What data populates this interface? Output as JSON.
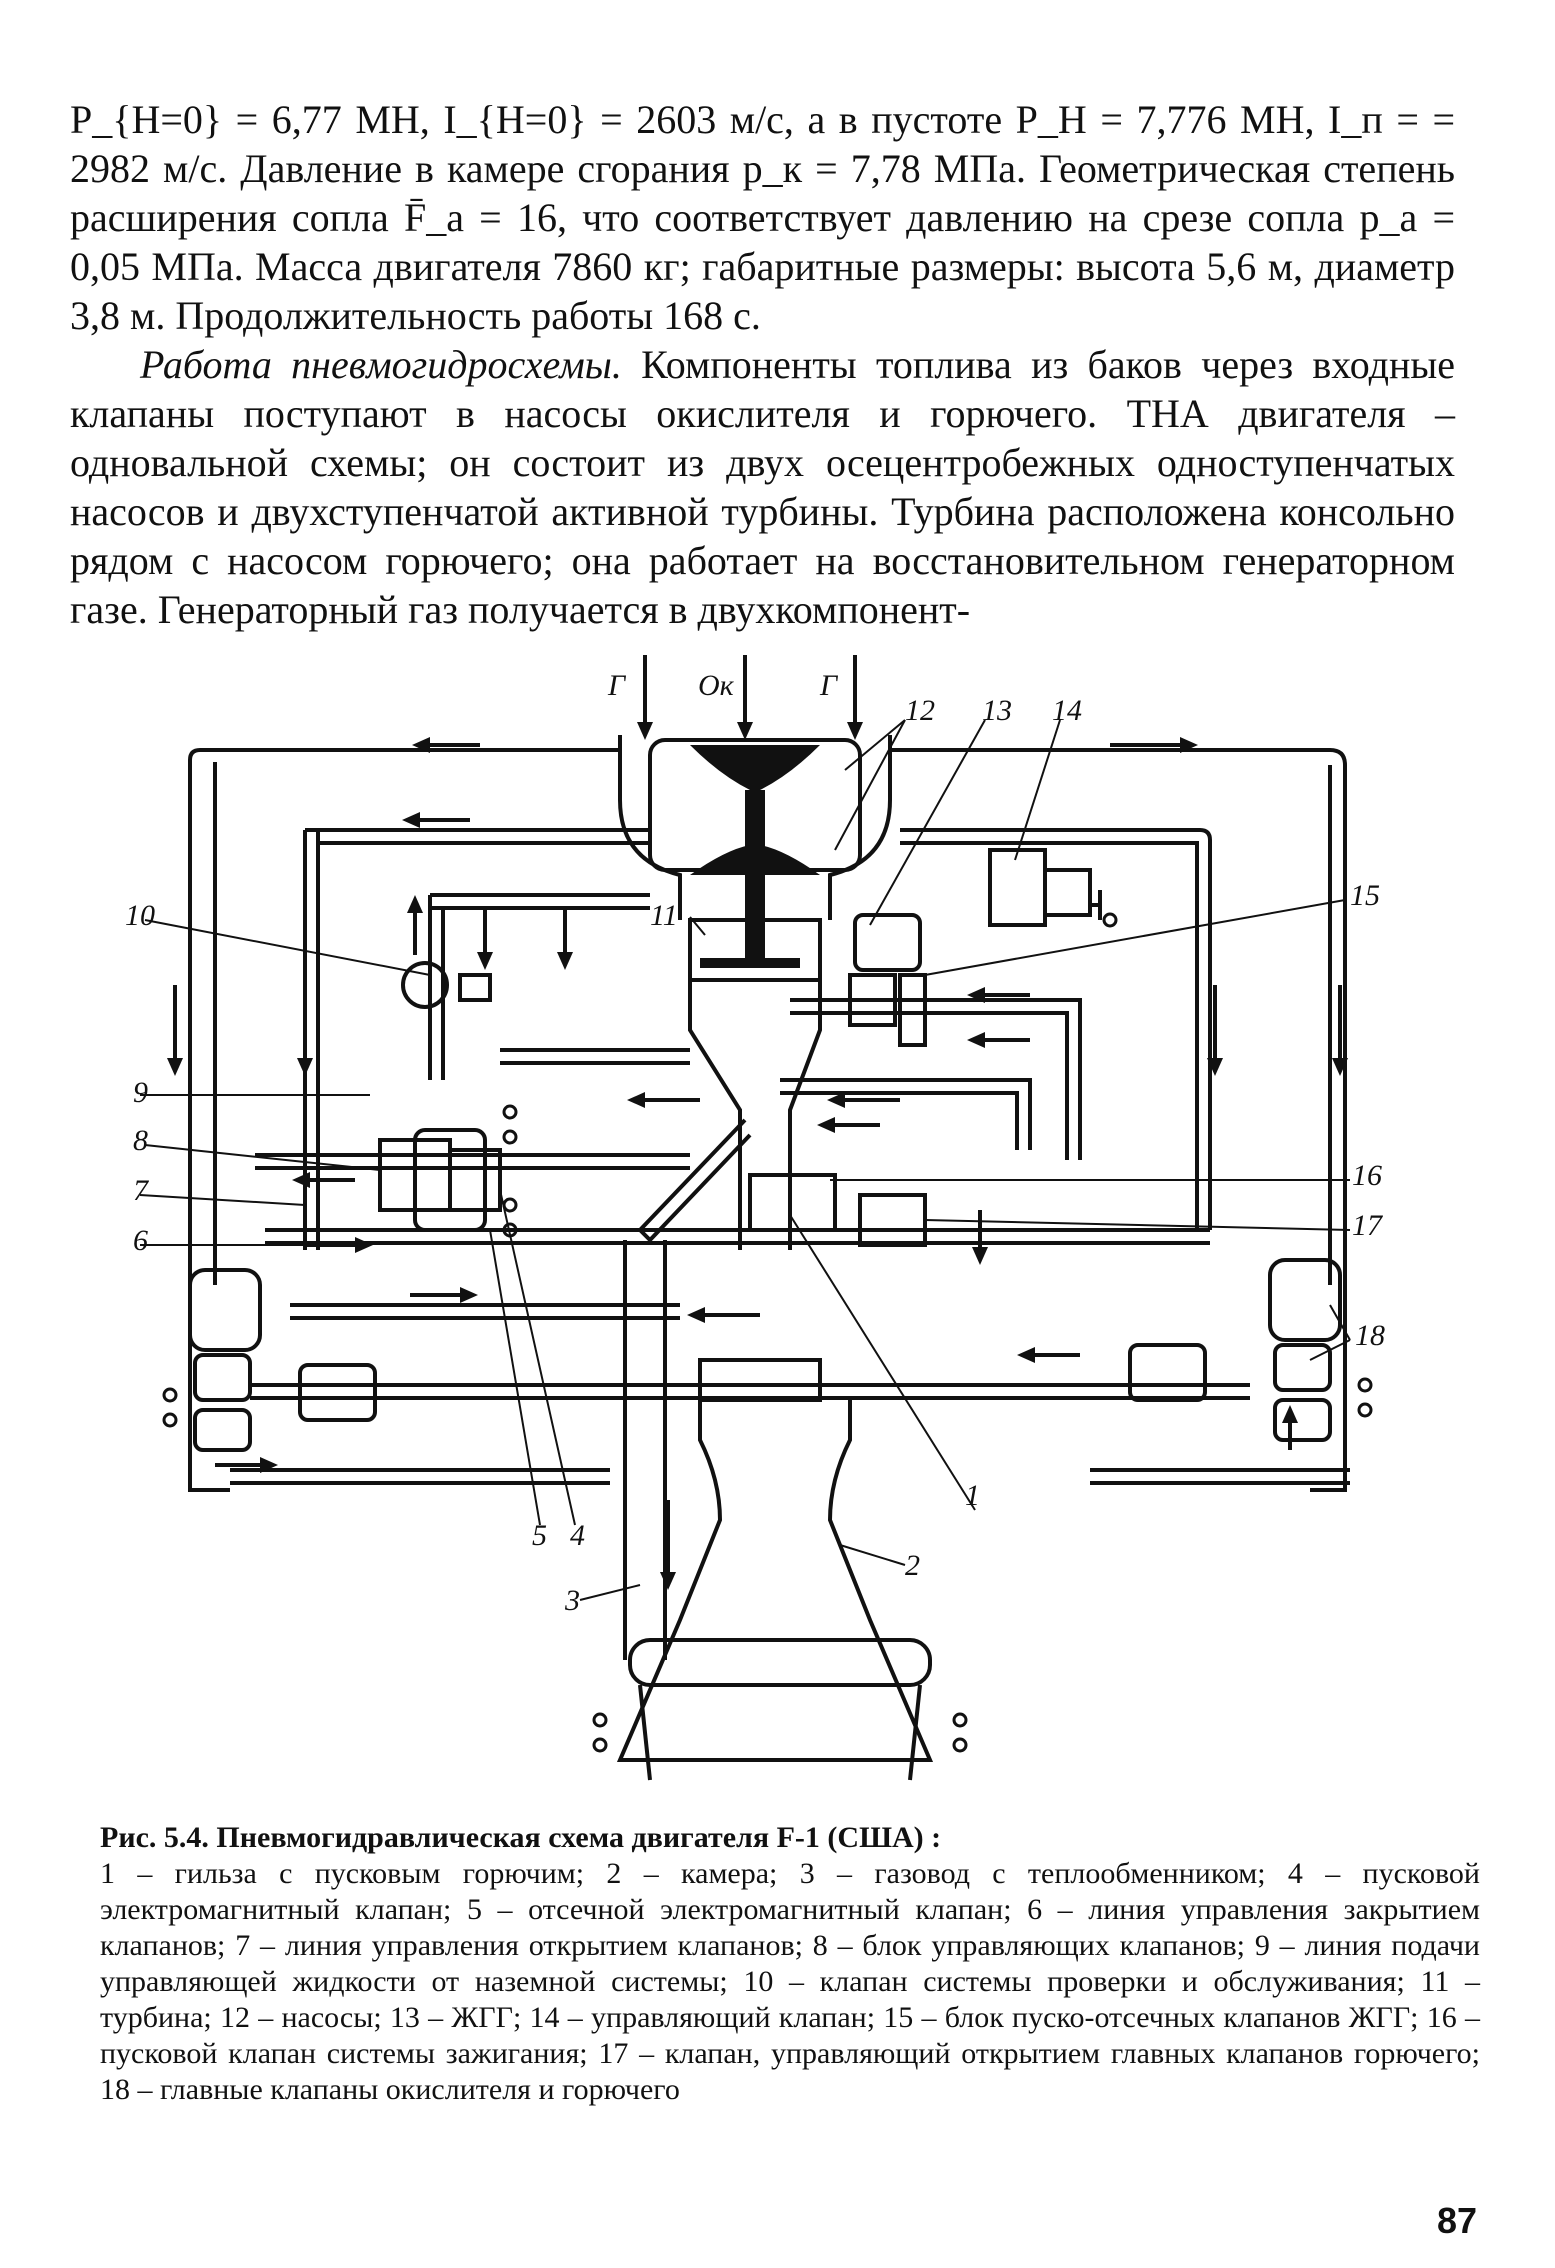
{
  "body": {
    "para1": "P_{H=0} = 6,77 МН, I_{H=0} = 2603 м/с, а в пустоте P_H = 7,776 МН, I_п = = 2982 м/с. Давление в камере сгорания p_к = 7,78 МПа. Геометрическая степень расширения сопла F̄_a = 16, что соответствует давлению на срезе сопла p_a = 0,05 МПа. Масса двигателя 7860 кг; габаритные размеры: высота 5,6 м, диаметр 3,8 м. Продолжительность работы 168 с.",
    "para2_lead": "Работа пневмогидросхемы.",
    "para2_text": " Компоненты топлива из баков через входные клапаны поступают в насосы окислителя и горючего. ТНА двигателя – одновальной схемы; он состоит из двух осецентробежных одноступенчатых насосов и двухступенчатой активной турбины. Турбина расположена консольно рядом с насосом горючего; она работает на восстановительном генераторном газе. Генераторный газ получается в двухкомпонент-"
  },
  "diagram": {
    "inlets": [
      "Г",
      "Ок",
      "Г"
    ],
    "callouts": [
      "1",
      "2",
      "3",
      "4",
      "5",
      "6",
      "7",
      "8",
      "9",
      "10",
      "11",
      "12",
      "13",
      "14",
      "15",
      "16",
      "17",
      "18"
    ]
  },
  "caption": {
    "title": "Рис. 5.4. Пневмогидравлическая схема двигателя F-1 (США) :",
    "text": "1 – гильза с пусковым горючим; 2 – камера; 3 – газовод с теплообменником; 4 – пусковой электромагнитный клапан; 5 – отсечной электромагнитный клапан; 6 – линия управления закрытием клапанов; 7 – линия управления открытием клапанов; 8 – блок управляющих клапанов; 9 – линия подачи управляющей жидкости от наземной системы; 10 – клапан системы проверки и обслуживания; 11 – турбина; 12 – насосы; 13 – ЖГГ; 14 – управляющий клапан; 15 – блок пуско-отсечных клапанов ЖГГ; 16 – пусковой клапан системы зажигания; 17 – клапан, управляющий открытием главных клапанов горючего; 18 – главные клапаны окислителя и горючего"
  },
  "page_number": "87"
}
